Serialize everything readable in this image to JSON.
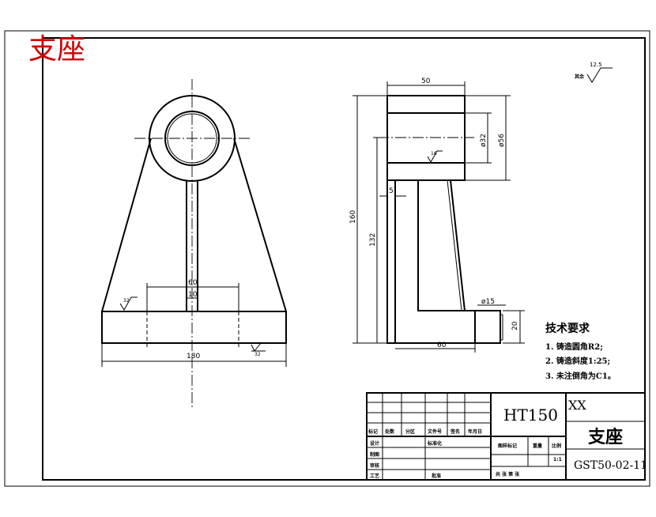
{
  "corner_title": "支座",
  "front_view": {
    "dims": {
      "d60": "60",
      "d10": "10",
      "d180": "180"
    },
    "roughness": {
      "top": "32",
      "bottom": "32"
    }
  },
  "side_view": {
    "dims": {
      "w50": "50",
      "dia32": "ø32",
      "dia56": "ø56",
      "d5": "5",
      "h160": "160",
      "h132": "132",
      "dia15": "ø15",
      "d20": "20",
      "d60": "60"
    },
    "roughness": {
      "bore": "16"
    }
  },
  "general_roughness": {
    "value": "12.5",
    "label": "其余"
  },
  "tech_requirements": {
    "title": "技术要求",
    "items": [
      "1. 铸造圆角R2;",
      "2. 铸造斜度1:25;",
      "3. 未注倒角为C1。"
    ]
  },
  "title_block": {
    "material": "HT150",
    "company": "XX",
    "part_name": "支座",
    "drawing_no": "GST50-02-11",
    "scale": "1:1",
    "headers": [
      "标记",
      "处数",
      "分区",
      "文件号",
      "签名",
      "年月日"
    ],
    "roles": [
      "设计",
      "制图",
      "审核",
      "工艺"
    ],
    "standardize": "标准化",
    "approve": "批准",
    "stage_mark": "图样标记",
    "weight": "重量",
    "scale_label": "比例",
    "sheets": "共  张  第  张"
  }
}
